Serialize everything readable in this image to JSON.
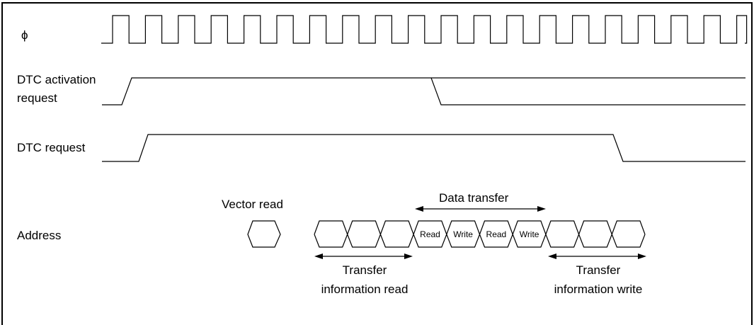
{
  "signals": {
    "phi": "ϕ",
    "dtc_activation_line1": "DTC activation",
    "dtc_activation_line2": "request",
    "dtc_request": "DTC request",
    "address": "Address"
  },
  "annotations": {
    "vector_read": "Vector read",
    "data_transfer": "Data transfer",
    "transfer_read_line1": "Transfer",
    "transfer_read_line2": "information read",
    "transfer_write_line1": "Transfer",
    "transfer_write_line2": "information write"
  },
  "address_bus": {
    "cells": [
      "",
      "",
      "",
      "Read",
      "Write",
      "Read",
      "Write",
      "",
      "",
      ""
    ]
  },
  "colors": {
    "line": "#000000",
    "background": "#ffffff"
  }
}
